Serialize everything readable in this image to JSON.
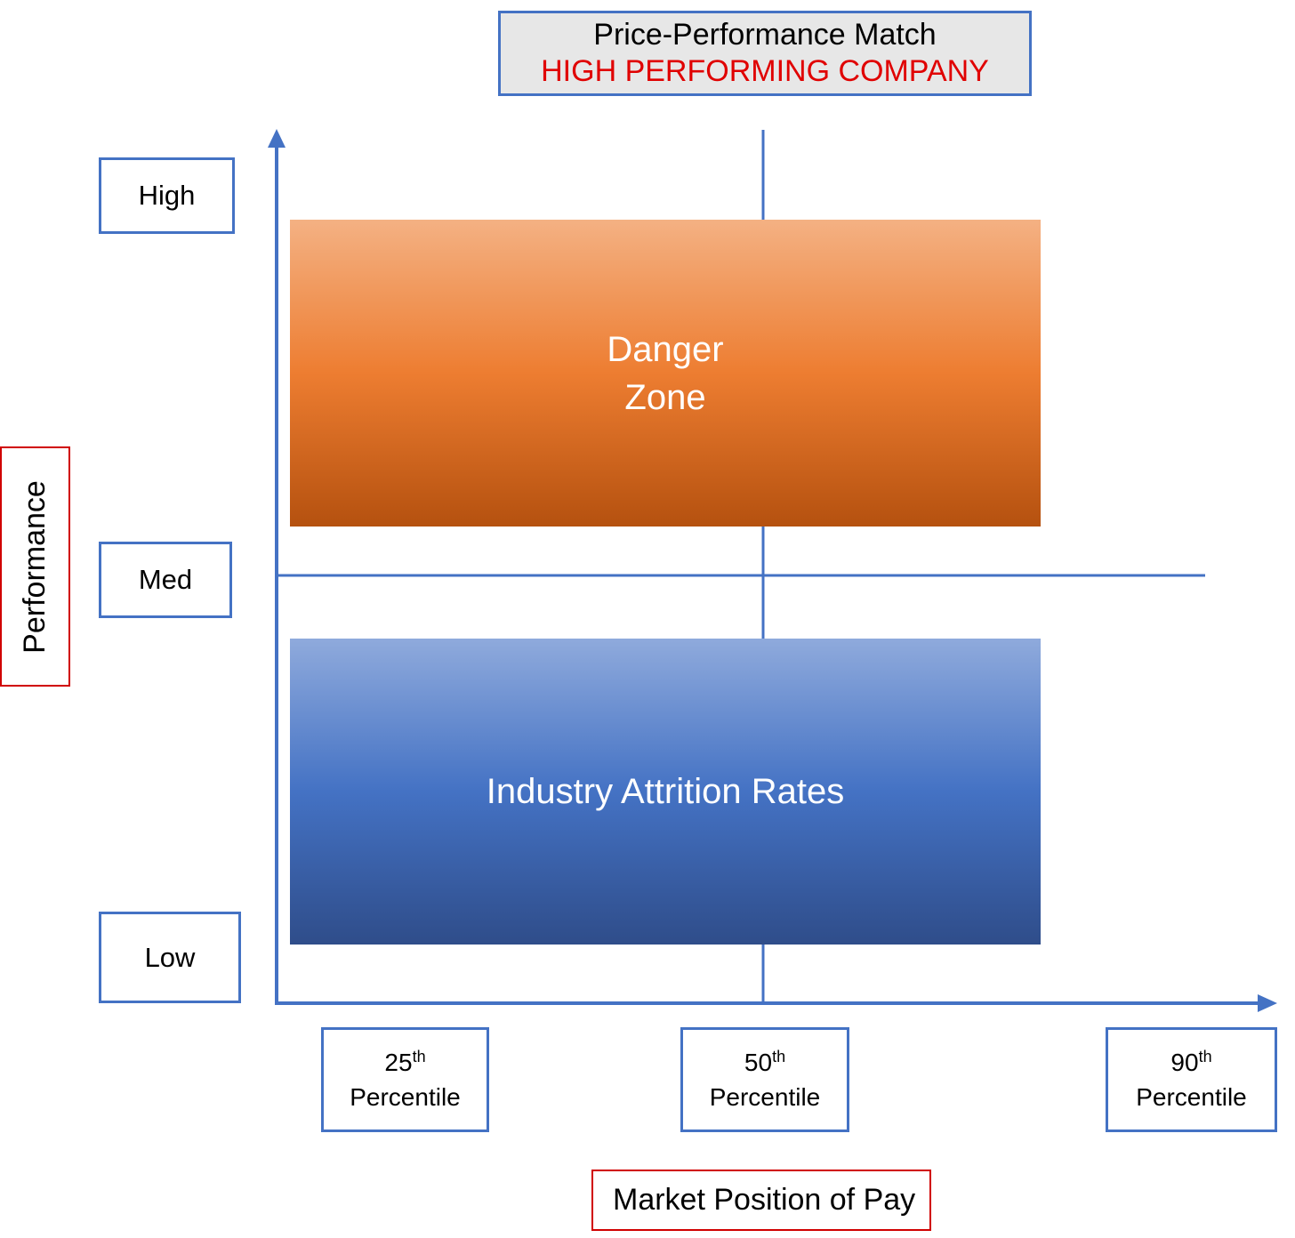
{
  "title": {
    "line1": "Price-Performance Match",
    "line2": "HIGH PERFORMING COMPANY"
  },
  "y_axis": {
    "title": "Performance",
    "levels": [
      "High",
      "Med",
      "Low"
    ]
  },
  "x_axis": {
    "title": "Market Position of Pay",
    "percentiles": [
      {
        "number": "25",
        "suffix": "th",
        "label": "Percentile"
      },
      {
        "number": "50",
        "suffix": "th",
        "label": "Percentile"
      },
      {
        "number": "90",
        "suffix": "th",
        "label": "Percentile"
      }
    ]
  },
  "zones": {
    "danger": {
      "line1": "Danger",
      "line2": "Zone"
    },
    "attrition": {
      "label": "Industry Attrition Rates"
    }
  },
  "colors": {
    "axis": "#4472c4",
    "title_highlight": "#e00000",
    "danger_zone": "#ed7d31",
    "attrition_zone": "#4472c4",
    "axis_title_border": "#d00000"
  }
}
